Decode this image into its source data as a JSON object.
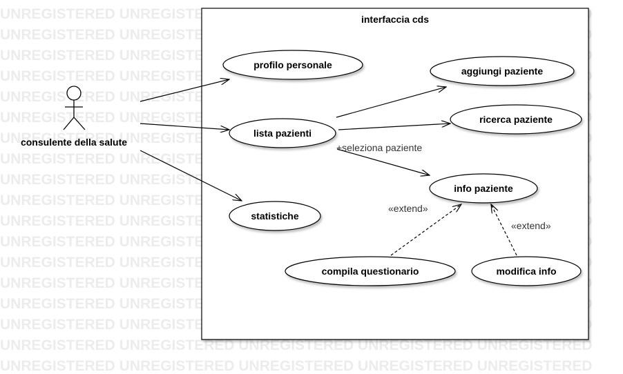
{
  "watermark": "UNREGISTERED UNREGISTERED UNREGISTERED UNREGISTERED UNREGISTERED",
  "system": {
    "title": "interfaccia cds"
  },
  "actor": {
    "label": "consulente della salute"
  },
  "use_cases": {
    "profilo_personale": "profilo personale",
    "lista_pazienti": "lista pazienti",
    "statistiche": "statistiche",
    "aggiungi_paziente": "aggiungi paziente",
    "ricerca_paziente": "ricerca paziente",
    "info_paziente": "info paziente",
    "compila_questionario": "compila questionario",
    "modifica_info": "modifica info"
  },
  "relations": {
    "seleziona": "+seleziona paziente",
    "extend_1": "«extend»",
    "extend_2": "«extend»"
  }
}
